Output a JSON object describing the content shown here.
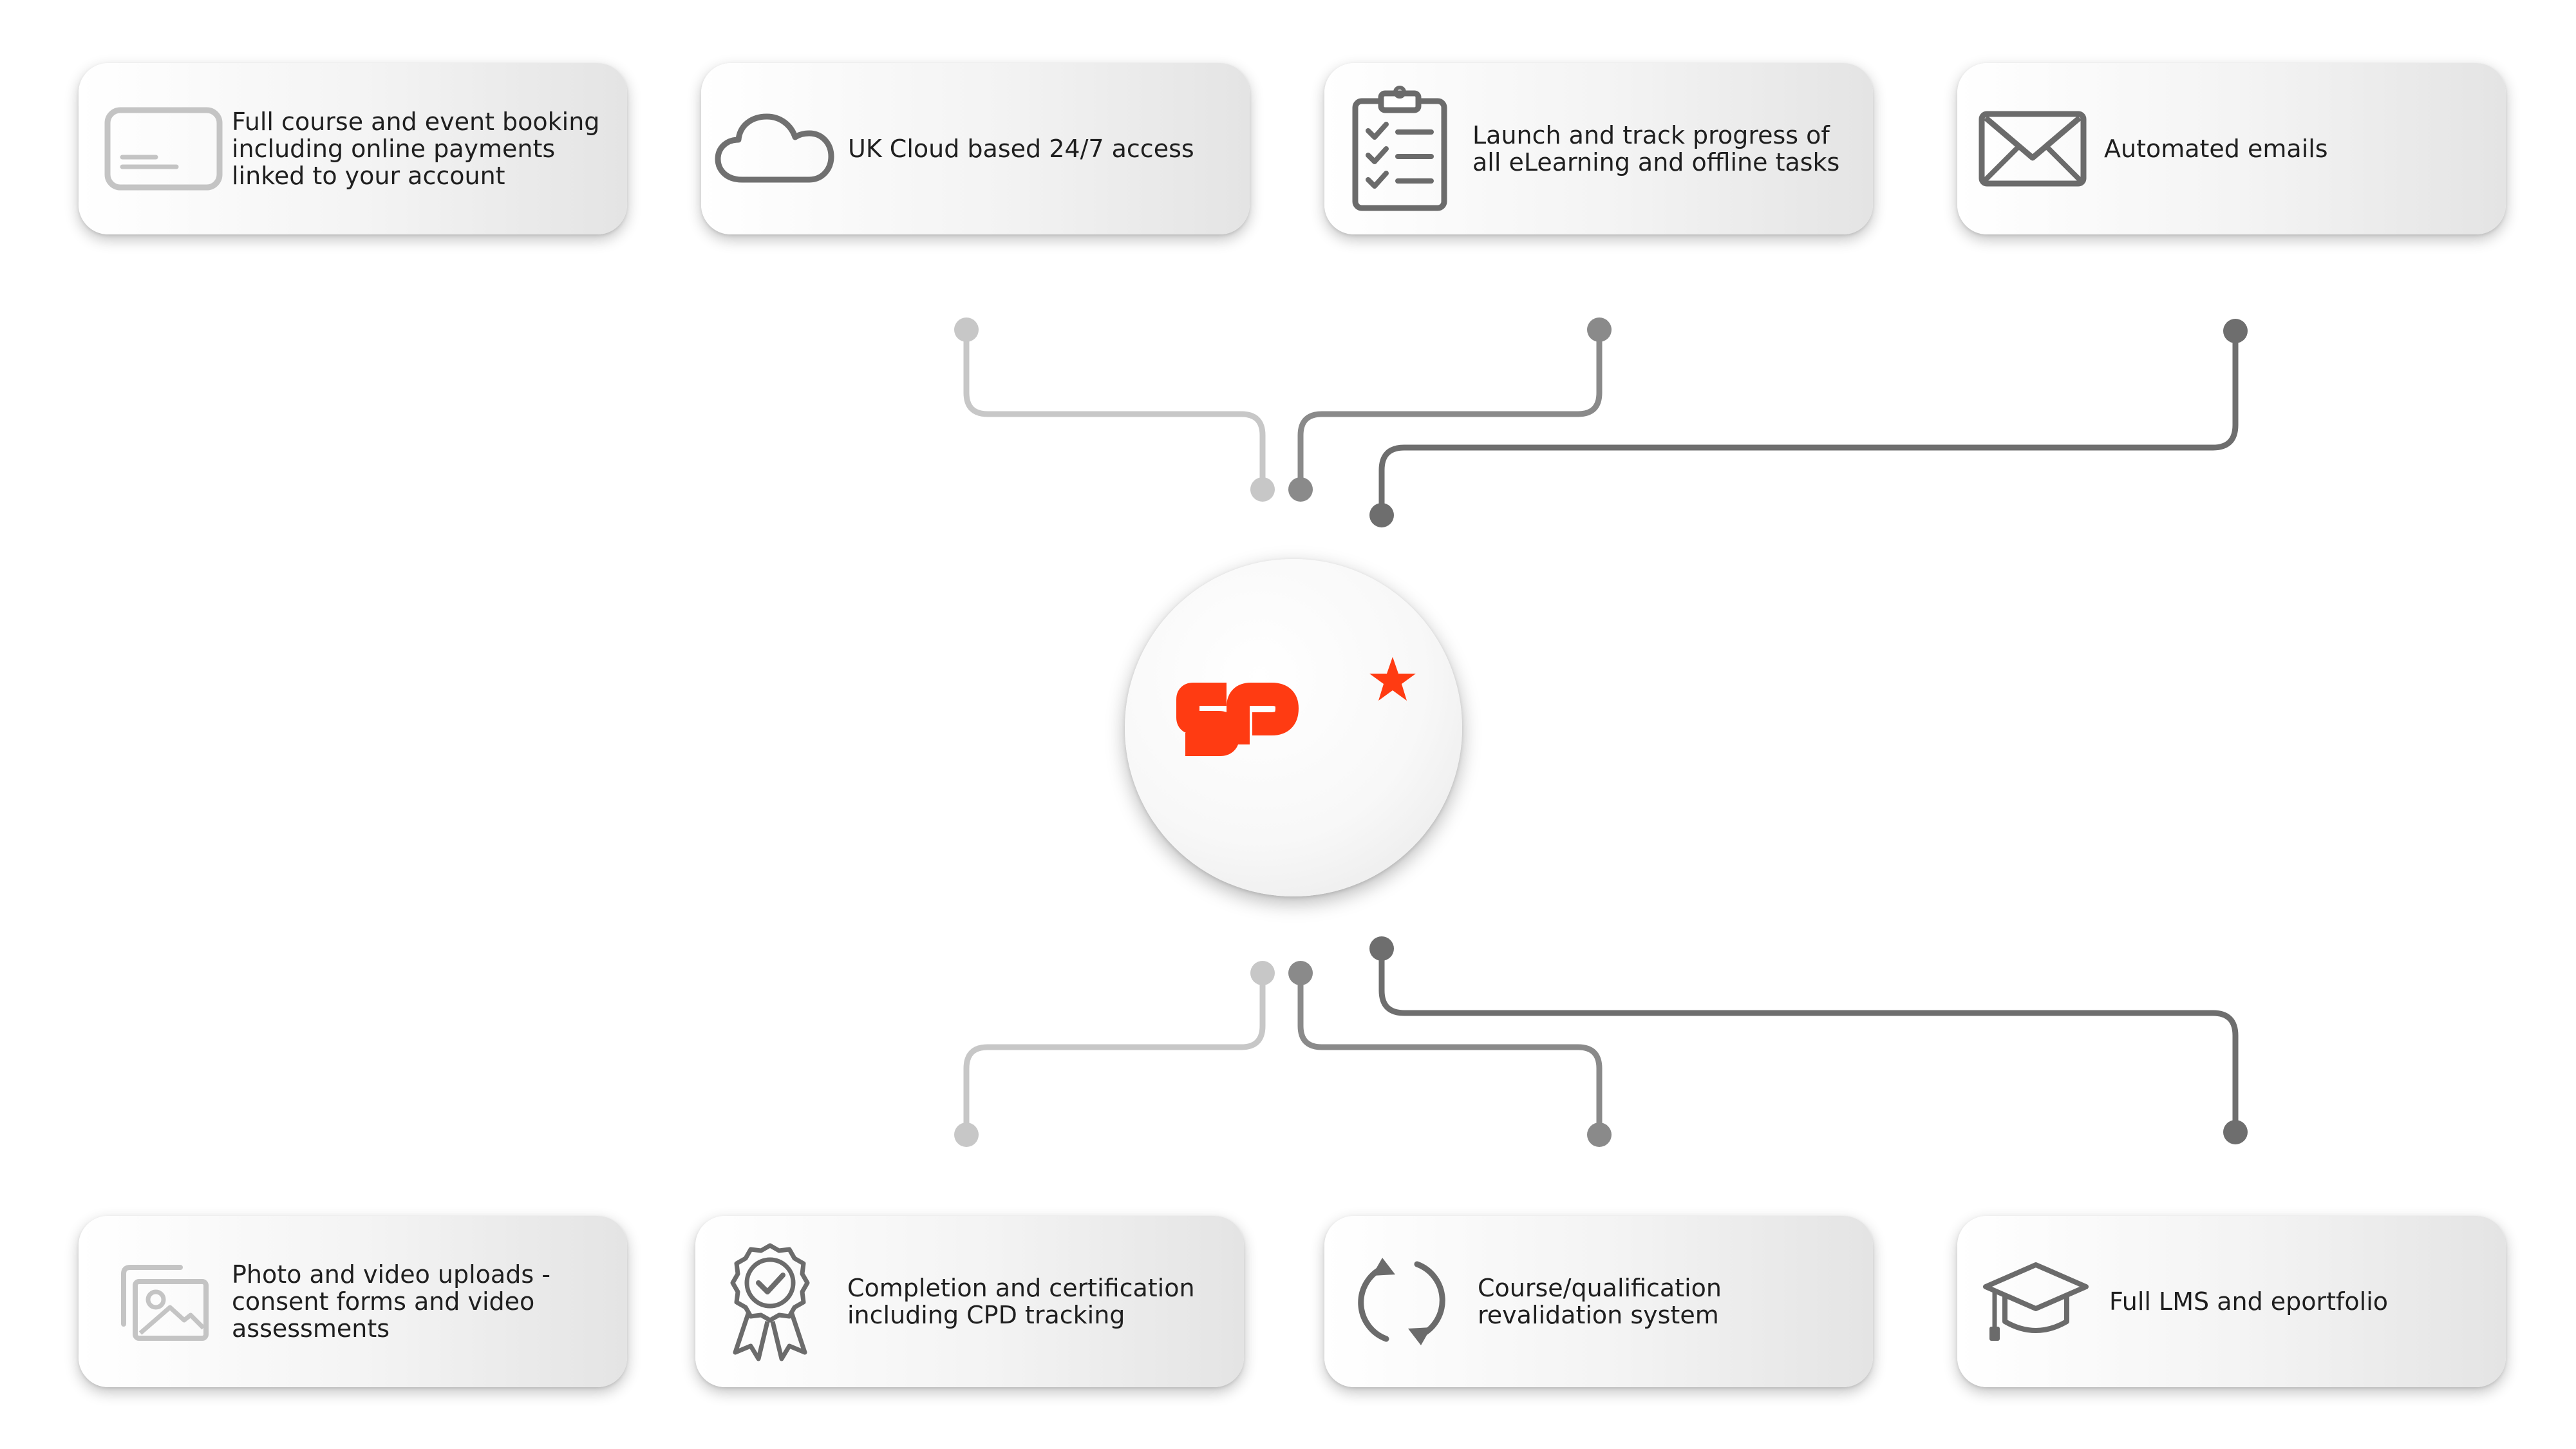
{
  "features_top": [
    {
      "icon": "credit-card-icon",
      "text": "Full course and event booking including online payments linked to your account"
    },
    {
      "icon": "cloud-icon",
      "text": "UK Cloud based 24/7 access"
    },
    {
      "icon": "clipboard-checklist-icon",
      "text": "Launch and track progress of all eLearning and offline tasks"
    },
    {
      "icon": "envelope-icon",
      "text": "Automated emails"
    }
  ],
  "features_bottom": [
    {
      "icon": "photo-upload-icon",
      "text": "Photo and video uploads - consent forms and video assessments"
    },
    {
      "icon": "certificate-rosette-icon",
      "text": "Completion and certification including CPD tracking"
    },
    {
      "icon": "refresh-cycle-icon",
      "text": "Course/qualification revalidation system"
    },
    {
      "icon": "graduation-cap-icon",
      "text": "Full LMS and eportfolio"
    }
  ],
  "hub": {
    "logo": "SP",
    "logo_color": "#ff3b12"
  },
  "colors": {
    "line_light": "#c7c7c7",
    "line_mid": "#8a8a8a",
    "line_dark": "#6e6e6e",
    "icon_light": "#c4c4c4",
    "icon_dark": "#6b6b6b"
  }
}
